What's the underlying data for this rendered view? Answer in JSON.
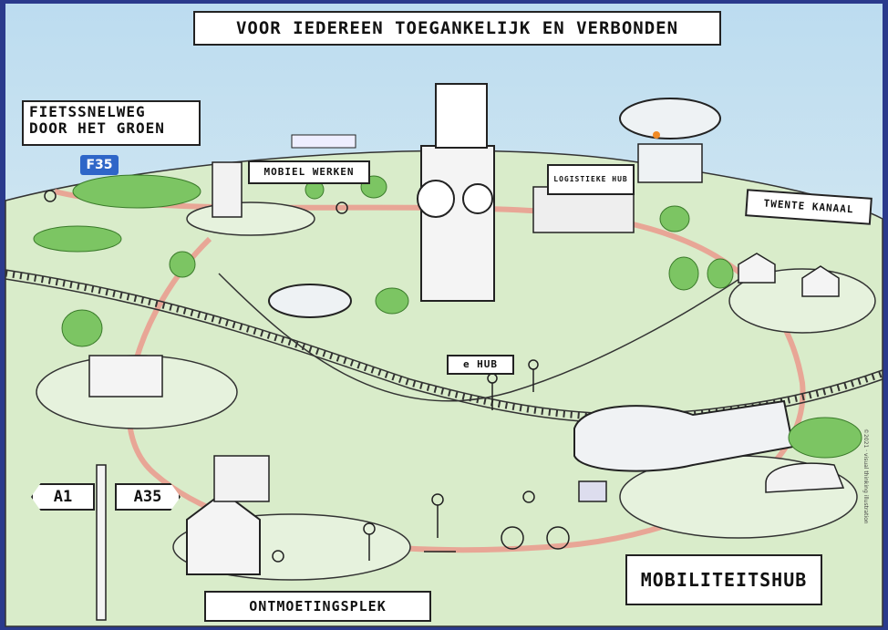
{
  "title": "VOOR IEDEREEN TOEGANKELIJK EN VERBONDEN",
  "labels": {
    "fietssnelweg": "FIETSSNELWEG DOOR HET GROEN",
    "f35": "F35",
    "mobiel_werken": "MOBIEL WERKEN",
    "logistieke_hub": "LOGISTIEKE HUB",
    "twentekanaal": "TWENTE KANAAL",
    "ehub": "e HUB",
    "mobiliteitshub": "MOBILITEITSHUB",
    "ontmoetingsplek": "ONTMOETINGSPLEK",
    "sign_a1": "A1",
    "sign_a35": "A35"
  },
  "credit": "©2021 · visual thinking illustration",
  "colors": {
    "sky_top": "#c9e3f2",
    "sky_bottom": "#e8f2f4",
    "ground": "#d6ebc9",
    "path": "#e8a696",
    "tree": "#7cc563",
    "f35_badge": "#2f66c8",
    "frame": "#2a3a8c"
  }
}
